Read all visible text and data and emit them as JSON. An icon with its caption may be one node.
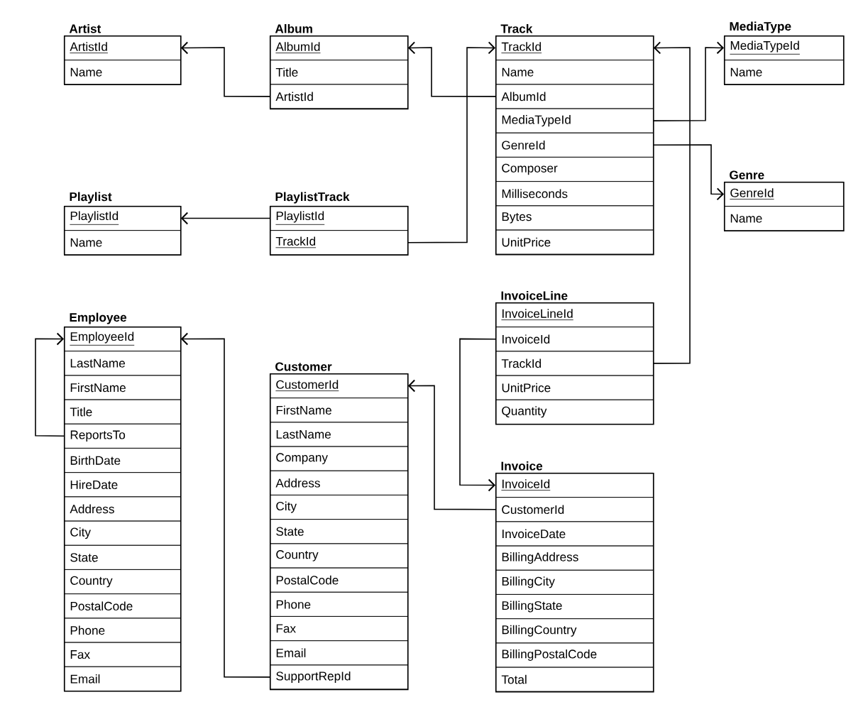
{
  "diagram": {
    "nodes": [
      {
        "text": [
          "Artist"
        ]
      },
      {
        "text": [
          "ArtistId"
        ],
        "in": 0
      },
      {
        "text": [
          "Name"
        ],
        "in": 0
      },
      {
        "text": [
          "Album"
        ]
      },
      {
        "text": [
          "AlbumId"
        ],
        "in": 3
      },
      {
        "text": [
          "Title"
        ],
        "in": 3
      },
      {
        "text": [
          "ArtistId"
        ],
        "in": 3
      },
      {
        "text": [
          "Track"
        ]
      },
      {
        "text": [
          "TrackId"
        ],
        "in": 7
      },
      {
        "text": [
          "Name"
        ],
        "in": 7
      },
      {
        "text": [
          "AlbumId"
        ],
        "in": 7
      },
      {
        "text": [
          "MediaTypeId"
        ],
        "in": 7
      },
      {
        "text": [
          "GenreId"
        ],
        "in": 7
      },
      {
        "text": [
          "Composer"
        ],
        "in": 7
      },
      {
        "text": [
          "Milliseconds"
        ],
        "in": 7
      },
      {
        "text": [
          "Bytes"
        ],
        "in": 7
      },
      {
        "text": [
          "UnitPrice"
        ],
        "in": 7
      },
      {
        "text": [
          "MediaType"
        ]
      },
      {
        "text": [
          "MediaTypeId"
        ],
        "in": 17
      },
      {
        "text": [
          "Name"
        ],
        "in": 17
      },
      {
        "text": [
          "Genre"
        ]
      },
      {
        "text": [
          "GenreId"
        ],
        "in": 20
      },
      {
        "text": [
          "Name"
        ],
        "in": 20
      },
      {
        "text": [
          "Playlist"
        ]
      },
      {
        "text": [
          "PlaylistId"
        ],
        "in": 23
      },
      {
        "text": [
          "Name"
        ],
        "in": 23
      },
      {
        "text": [
          "PlaylistTrack"
        ]
      },
      {
        "text": [
          "PlaylistId"
        ],
        "in": 26
      },
      {
        "text": [
          "TrackId"
        ],
        "in": 26
      },
      {
        "text": [
          "InvoiceLine"
        ]
      },
      {
        "text": [
          "InvoiceLineId"
        ],
        "in": 29
      },
      {
        "text": [
          "InvoiceId"
        ],
        "in": 29
      },
      {
        "text": [
          "TrackId"
        ],
        "in": 29
      },
      {
        "text": [
          "UnitPrice"
        ],
        "in": 29
      },
      {
        "text": [
          "Quantity"
        ],
        "in": 29
      },
      {
        "text": [
          "Employee"
        ]
      },
      {
        "text": [
          "EmployeeId"
        ],
        "in": 35
      },
      {
        "text": [
          "LastName"
        ],
        "in": 35
      },
      {
        "text": [
          "FirstName"
        ],
        "in": 35
      },
      {
        "text": [
          "Title"
        ],
        "in": 35
      },
      {
        "text": [
          "ReportsTo"
        ],
        "in": 35
      },
      {
        "text": [
          "BirthDate"
        ],
        "in": 35
      },
      {
        "text": [
          "HireDate"
        ],
        "in": 35
      },
      {
        "text": [
          "Address"
        ],
        "in": 35
      },
      {
        "text": [
          "City"
        ],
        "in": 35
      },
      {
        "text": [
          "State"
        ],
        "in": 35
      },
      {
        "text": [
          "Country"
        ],
        "in": 35
      },
      {
        "text": [
          "PostalCode"
        ],
        "in": 35
      },
      {
        "text": [
          "Phone"
        ],
        "in": 35
      },
      {
        "text": [
          "Fax"
        ],
        "in": 35
      },
      {
        "text": [
          "Email"
        ],
        "in": 35
      },
      {
        "text": [
          "Customer"
        ]
      },
      {
        "text": [
          "CustomerId"
        ],
        "in": 51
      },
      {
        "text": [
          "FirstName"
        ],
        "in": 51
      },
      {
        "text": [
          "LastName"
        ],
        "in": 51
      },
      {
        "text": [
          "Company"
        ],
        "in": 51
      },
      {
        "text": [
          "Address"
        ],
        "in": 51
      },
      {
        "text": [
          "City"
        ],
        "in": 51
      },
      {
        "text": [
          "State"
        ],
        "in": 51
      },
      {
        "text": [
          "Country"
        ],
        "in": 51
      },
      {
        "text": [
          "PostalCode"
        ],
        "in": 51
      },
      {
        "text": [
          "Phone"
        ],
        "in": 51
      },
      {
        "text": [
          "Fax"
        ],
        "in": 51
      },
      {
        "text": [
          "Email"
        ],
        "in": 51
      },
      {
        "text": [
          "SupportRepId"
        ],
        "in": 51
      },
      {
        "text": [
          "Invoice"
        ]
      },
      {
        "text": [
          "InvoiceId"
        ],
        "in": 65
      },
      {
        "text": [
          "CustomerId"
        ],
        "in": 65
      },
      {
        "text": [
          "InvoiceDate"
        ],
        "in": 65
      },
      {
        "text": [
          "BillingAddress"
        ],
        "in": 65
      },
      {
        "text": [
          "BillingCity"
        ],
        "in": 65
      },
      {
        "text": [
          "BillingState"
        ],
        "in": 65
      },
      {
        "text": [
          "BillingCountry"
        ],
        "in": 65
      },
      {
        "text": [
          "BillingPostalCode"
        ],
        "in": 65
      },
      {
        "text": [
          "Total"
        ],
        "in": 65
      }
    ],
    "edges": [
      {
        "from": 6,
        "to": 1,
        "arrow": "to"
      },
      {
        "from": 10,
        "to": 4,
        "arrow": "to"
      },
      {
        "from": 27,
        "to": 24,
        "arrow": "to"
      },
      {
        "from": 28,
        "to": 8,
        "arrow": "to"
      },
      {
        "from": 11,
        "to": 18,
        "arrow": "to"
      },
      {
        "from": 12,
        "to": 21,
        "arrow": "to"
      },
      {
        "from": 32,
        "to": 8,
        "arrow": "to"
      },
      {
        "from": 31,
        "to": 66,
        "arrow": "to"
      },
      {
        "from": 67,
        "to": 52,
        "arrow": "to"
      },
      {
        "from": 64,
        "to": 36,
        "arrow": "to"
      },
      {
        "from": 40,
        "to": 36,
        "arrow": "to"
      }
    ]
  }
}
